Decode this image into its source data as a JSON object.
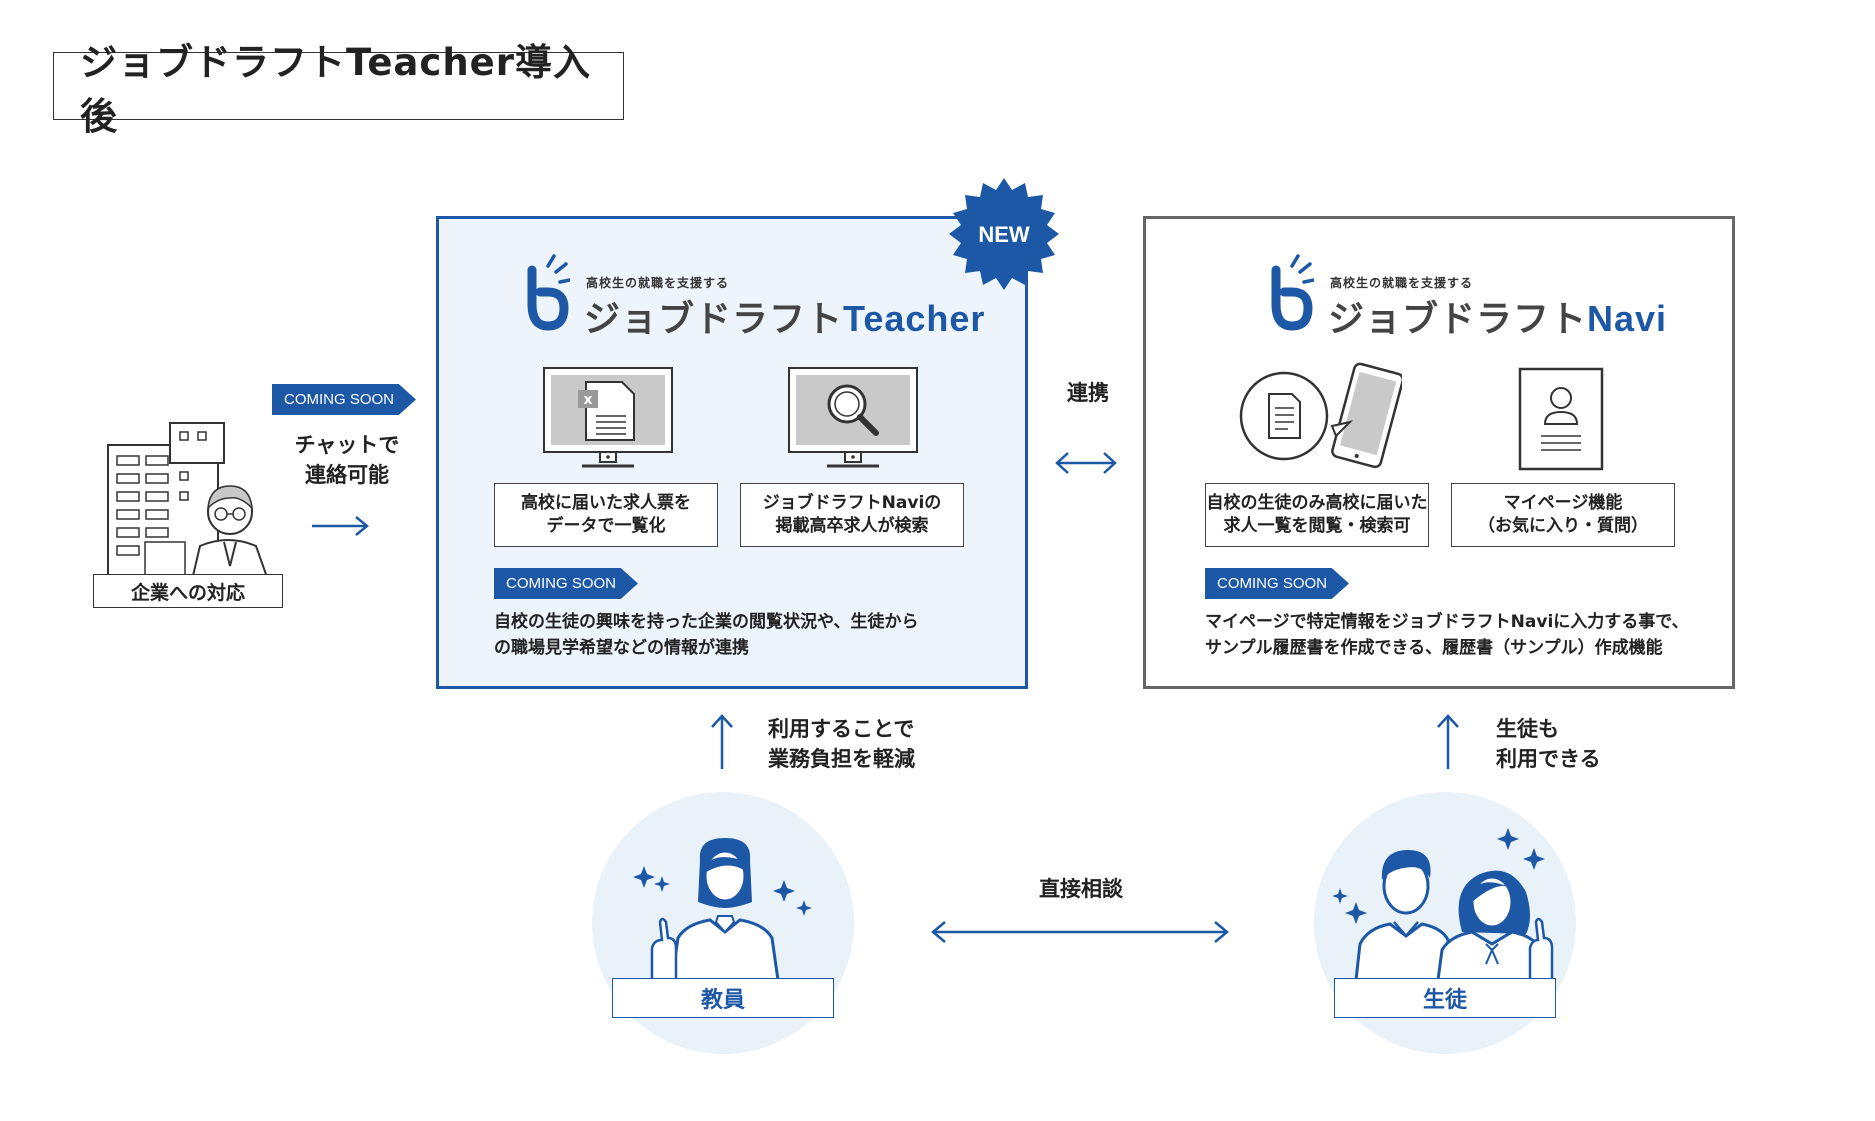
{
  "title": "ジョブドラフトTeacher導入後",
  "company": {
    "label": "企業への対応",
    "coming_soon": "COMING SOON",
    "chat_line1": "チャットで",
    "chat_line2": "連絡可能"
  },
  "teacher_panel": {
    "badge": "NEW",
    "logo_sub": "高校生の就職を支援する",
    "logo_main": "ジョブドラフト",
    "logo_accent": "Teacher",
    "feature1_line1": "高校に届いた求人票を",
    "feature1_line2": "データで一覧化",
    "feature2_line1": "ジョブドラフトNaviの",
    "feature2_line2": "掲載高卒求人が検索",
    "coming_soon": "COMING SOON",
    "desc_line1": "自校の生徒の興味を持った企業の閲覧状況や、生徒から",
    "desc_line2": "の職場見学希望などの情報が連携"
  },
  "link_label": "連携",
  "navi_panel": {
    "logo_sub": "高校生の就職を支援する",
    "logo_main": "ジョブドラフト",
    "logo_accent": "Navi",
    "feature1_line1": "自校の生徒のみ高校に届いた",
    "feature1_line2": "求人一覧を閲覧・検索可",
    "feature2_line1": "マイページ機能",
    "feature2_line2": "（お気に入り・質問）",
    "coming_soon": "COMING SOON",
    "desc_line1": "マイページで特定情報をジョブドラフトNaviに入力する事で、",
    "desc_line2": "サンプル履歴書を作成できる、履歴書（サンプル）作成機能"
  },
  "teacher_note_line1": "利用することで",
  "teacher_note_line2": "業務負担を軽減",
  "student_note_line1": "生徒も",
  "student_note_line2": "利用できる",
  "consult_label": "直接相談",
  "teacher_label": "教員",
  "student_label": "生徒",
  "colors": {
    "accent": "#1c58a6",
    "panel_bg": "#eef4fb",
    "circle_bg": "#e9f1f9"
  }
}
